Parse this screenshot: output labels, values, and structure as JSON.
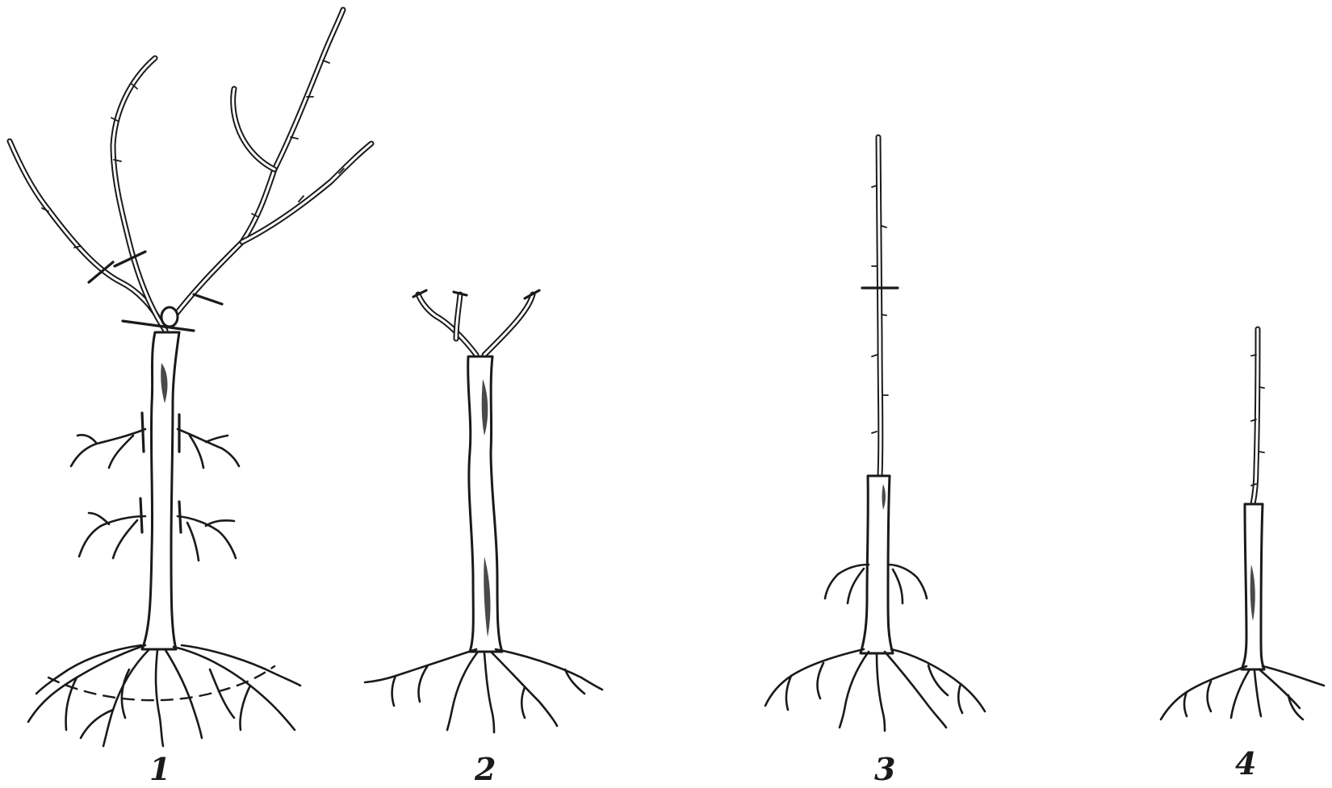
{
  "figures": [
    {
      "label": "1"
    },
    {
      "label": "2"
    },
    {
      "label": "3"
    },
    {
      "label": "4"
    }
  ],
  "colors": {
    "ink": "#1a1a1a",
    "paper": "#ffffff"
  }
}
